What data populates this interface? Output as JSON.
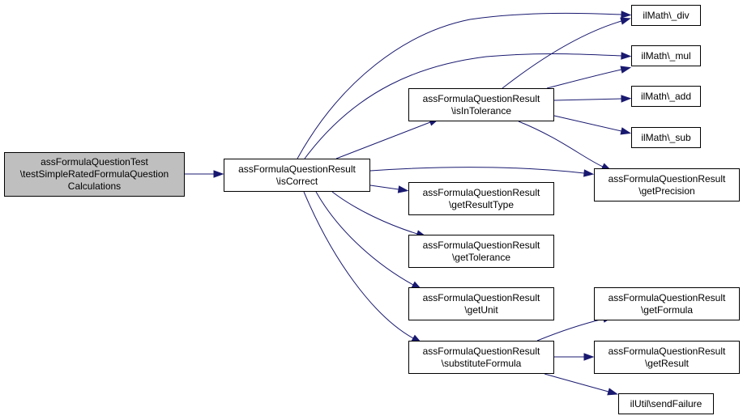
{
  "colors": {
    "edge": "#191970",
    "node_border": "#000000",
    "root_fill": "#bfbfbf",
    "node_fill": "#ffffff"
  },
  "nodes": {
    "root": {
      "label": "assFormulaQuestionTest\n\\testSimpleRatedFormulaQuestion\nCalculations"
    },
    "is_correct": {
      "label": "assFormulaQuestionResult\n\\isCorrect"
    },
    "is_in_tolerance": {
      "label": "assFormulaQuestionResult\n\\isInTolerance"
    },
    "get_result_type": {
      "label": "assFormulaQuestionResult\n\\getResultType"
    },
    "get_tolerance": {
      "label": "assFormulaQuestionResult\n\\getTolerance"
    },
    "get_unit": {
      "label": "assFormulaQuestionResult\n\\getUnit"
    },
    "substitute_formula": {
      "label": "assFormulaQuestionResult\n\\substituteFormula"
    },
    "div": {
      "label": "ilMath\\_div"
    },
    "mul": {
      "label": "ilMath\\_mul"
    },
    "add": {
      "label": "ilMath\\_add"
    },
    "sub": {
      "label": "ilMath\\_sub"
    },
    "get_precision": {
      "label": "assFormulaQuestionResult\n\\getPrecision"
    },
    "get_formula": {
      "label": "assFormulaQuestionResult\n\\getFormula"
    },
    "get_result": {
      "label": "assFormulaQuestionResult\n\\getResult"
    },
    "send_failure": {
      "label": "ilUtil\\sendFailure"
    }
  }
}
